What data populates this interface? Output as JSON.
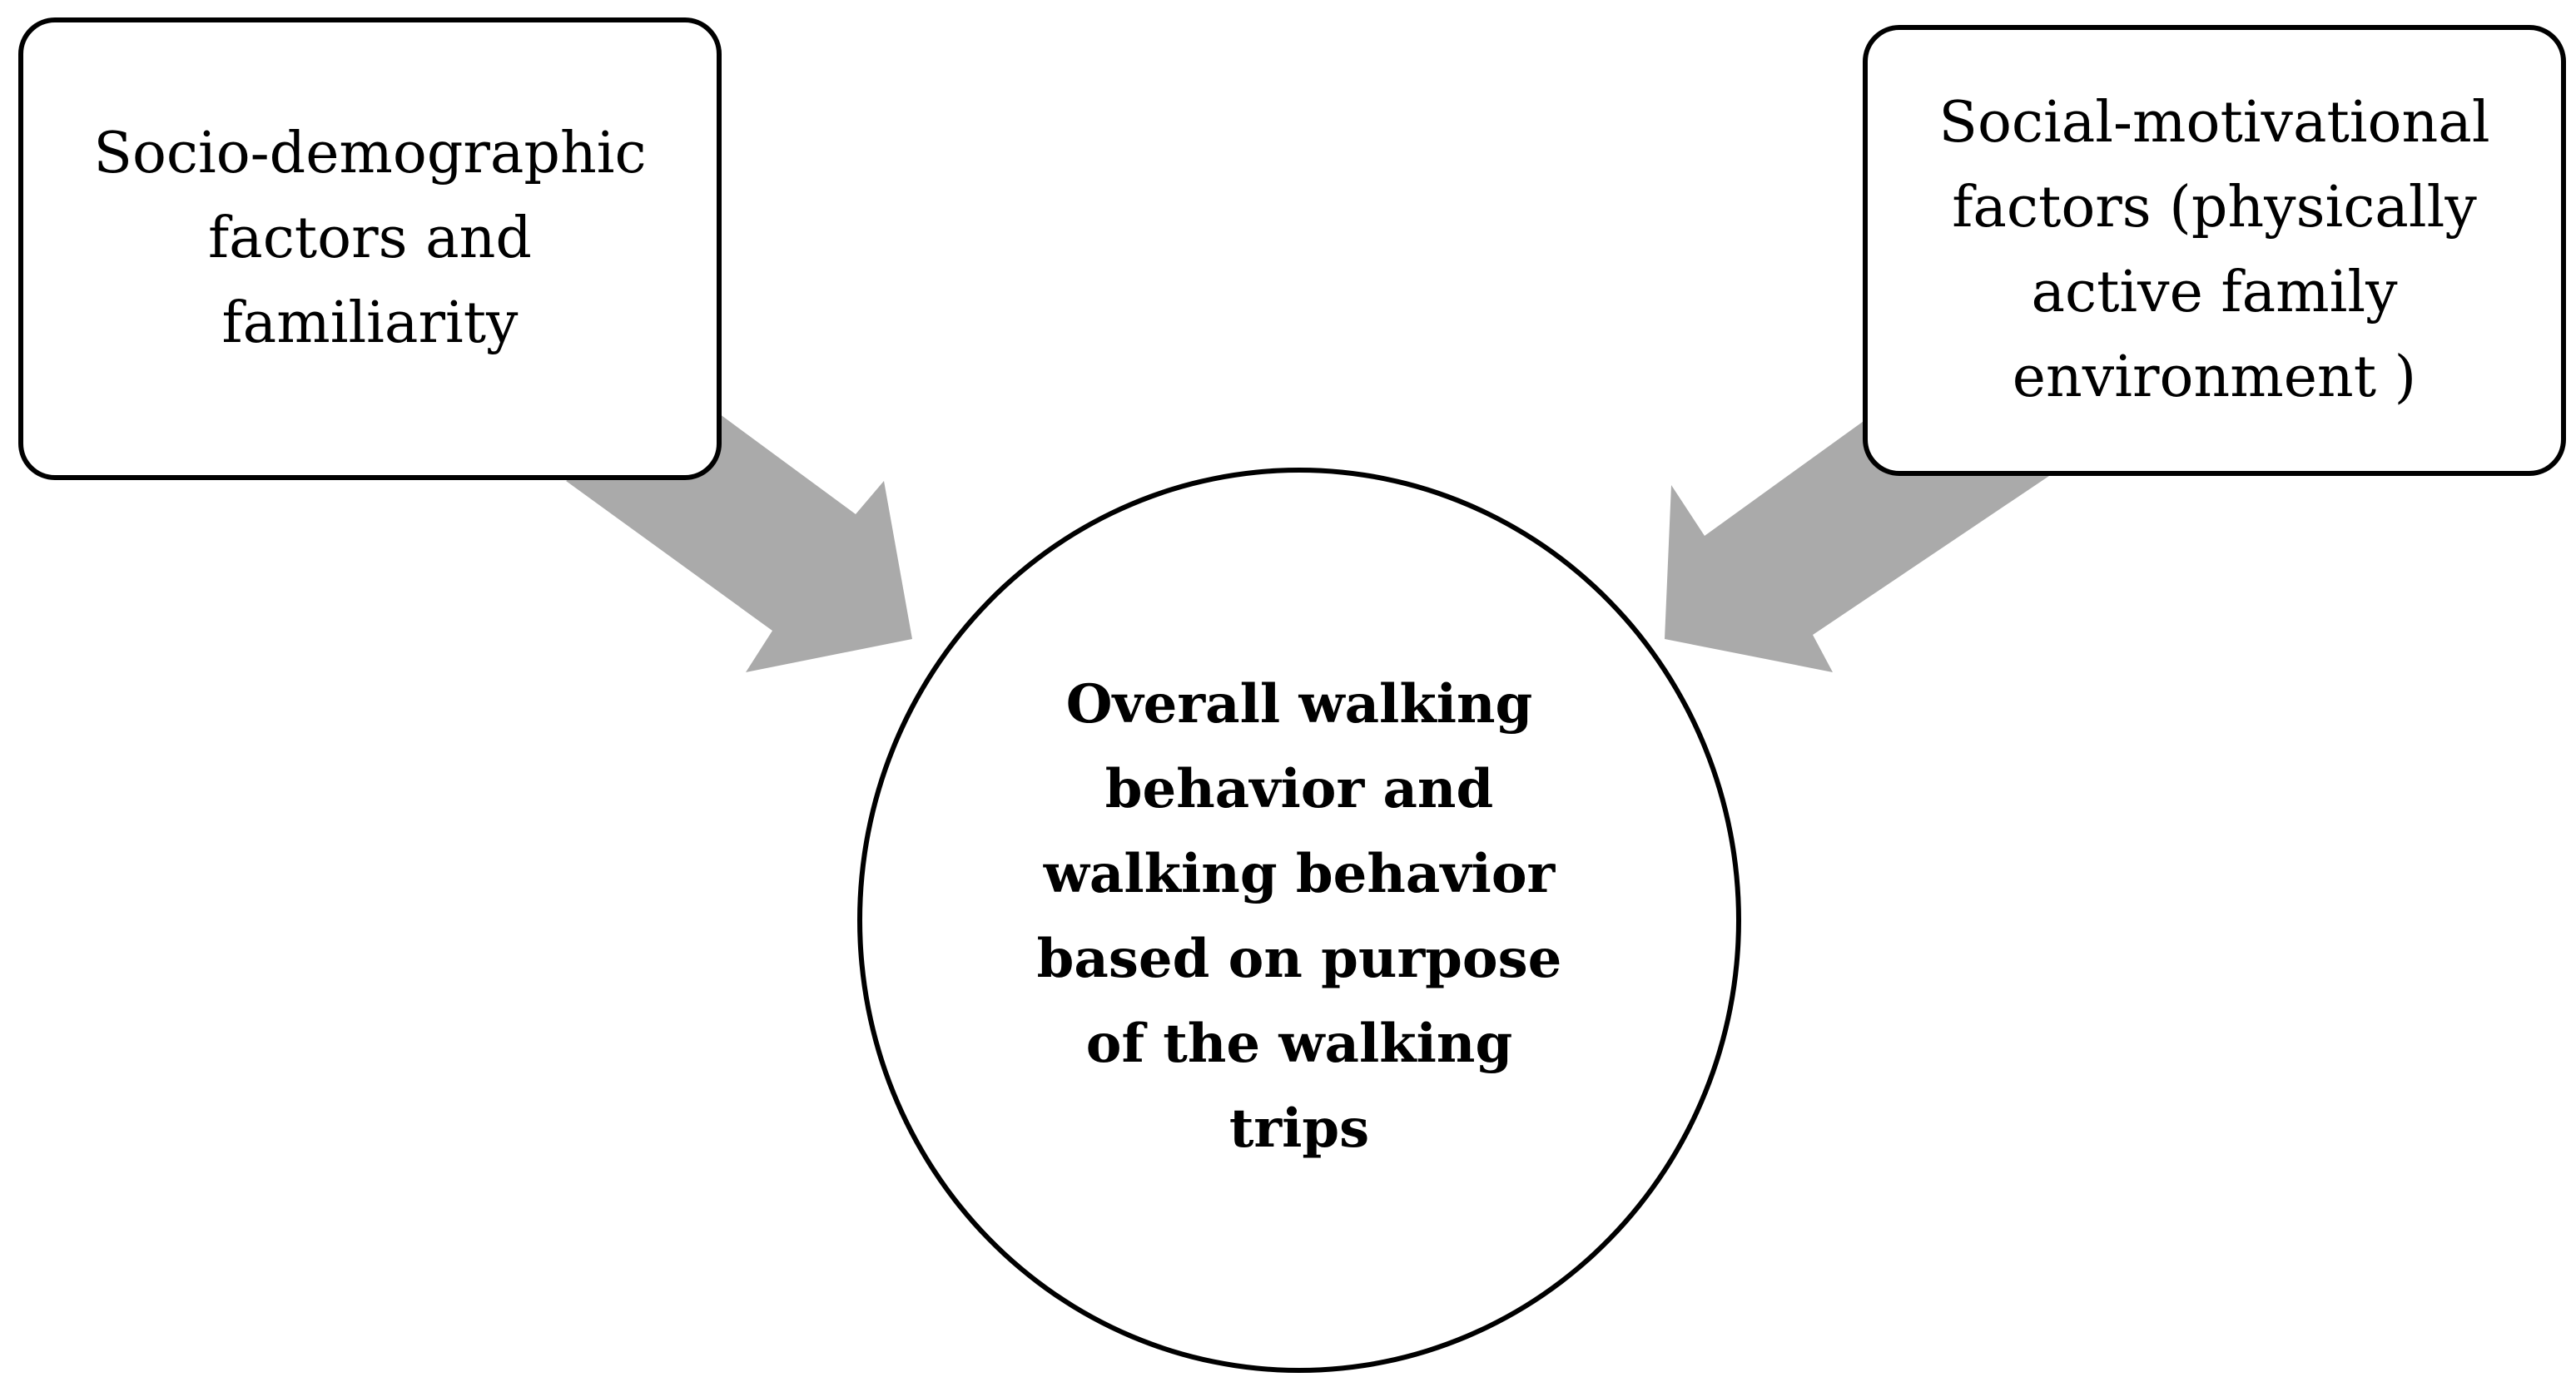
{
  "diagram": {
    "left_box": {
      "text": "Socio-demographic\nfactors and\nfamiliarity"
    },
    "right_box": {
      "text": "Social-motivational\nfactors (physically\nactive family\nenvironment )"
    },
    "center": {
      "text": "Overall walking\nbehavior and\nwalking behavior\nbased on purpose\nof the walking\ntrips"
    },
    "colors": {
      "arrow_fill": "#aaaaaa",
      "outline": "#000000",
      "background": "#ffffff"
    }
  }
}
